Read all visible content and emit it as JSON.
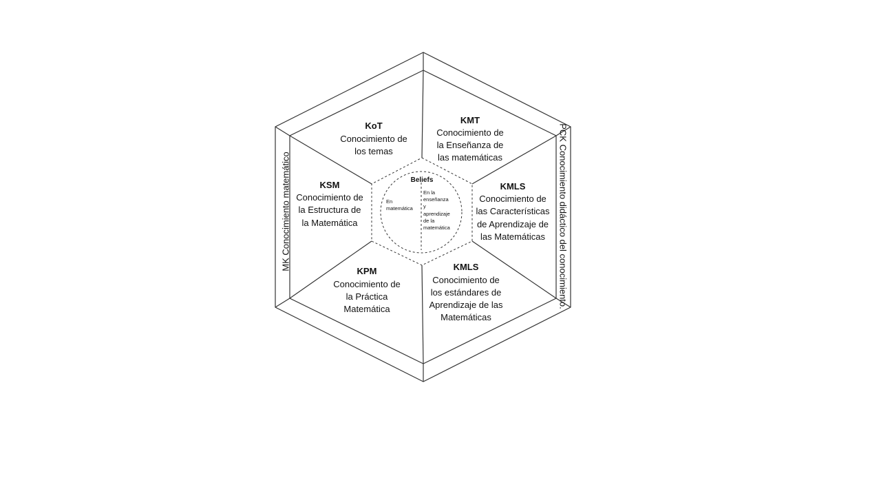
{
  "diagram": {
    "side_left": "MK Conocimiento matemático",
    "side_right": "PCK Conocimiento didáctico del conocimiento.",
    "segments": [
      {
        "code": "KoT",
        "lines": [
          "Conocimiento de",
          "los temas"
        ]
      },
      {
        "code": "KMT",
        "lines": [
          "Conocimiento de",
          "la Enseñanza de",
          "las matemáticas"
        ]
      },
      {
        "code": "KMLS",
        "lines": [
          "Conocimiento de",
          "las Características",
          "de Aprendizaje de",
          "las Matemáticas"
        ]
      },
      {
        "code": "KMLS",
        "lines": [
          "Conocimiento de",
          "los estándares de",
          "Aprendizaje de las",
          "Matemáticas"
        ]
      },
      {
        "code": "KPM",
        "lines": [
          "Conocimiento de",
          "la Práctica",
          "Matemática"
        ]
      },
      {
        "code": "KSM",
        "lines": [
          "Conocimiento de",
          "la Estructura de",
          "la Matemática"
        ]
      }
    ],
    "center": {
      "title": "Beliefs",
      "left_lines": [
        "En",
        "matemática"
      ],
      "right_lines": [
        "En la",
        "enseñanza",
        "y",
        "aprendizaje",
        "de la",
        "matemática"
      ]
    }
  }
}
